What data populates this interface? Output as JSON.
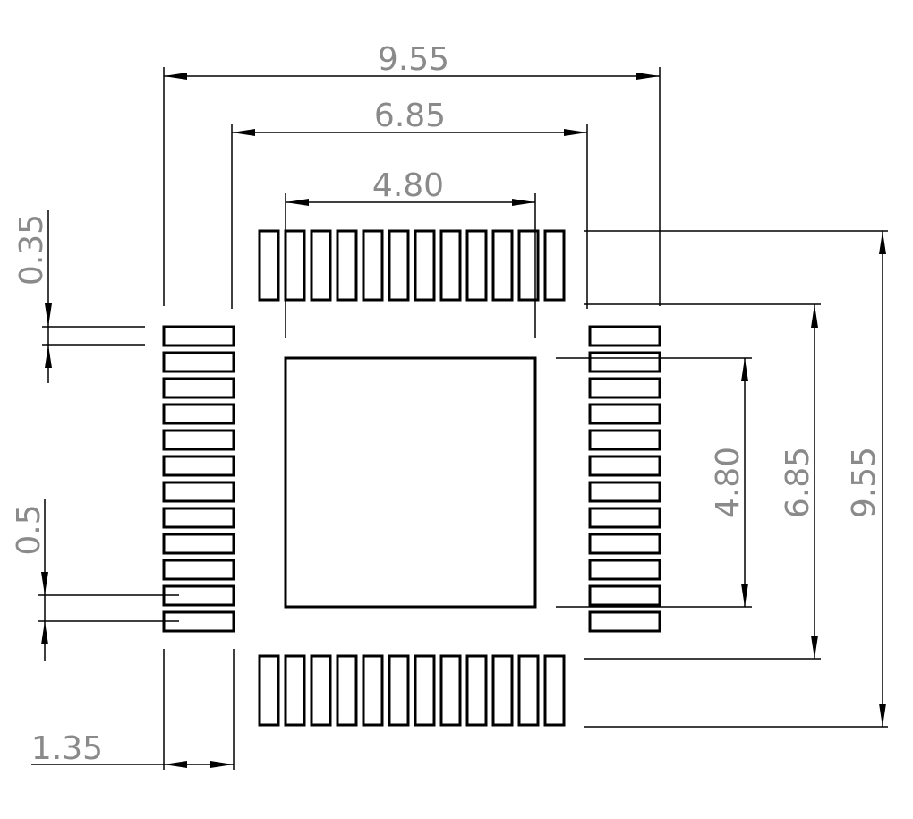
{
  "drawing": {
    "title": "QFN-48 land pattern",
    "pads_per_side": 12,
    "dimensions": {
      "overall_width": "9.55",
      "pad_row_width": "6.85",
      "thermal_pad_width": "4.80",
      "thermal_pad_height": "4.80",
      "pad_row_height": "6.85",
      "overall_height": "9.55",
      "pad_width": "0.35",
      "pitch": "0.5",
      "pad_length": "1.35"
    }
  }
}
